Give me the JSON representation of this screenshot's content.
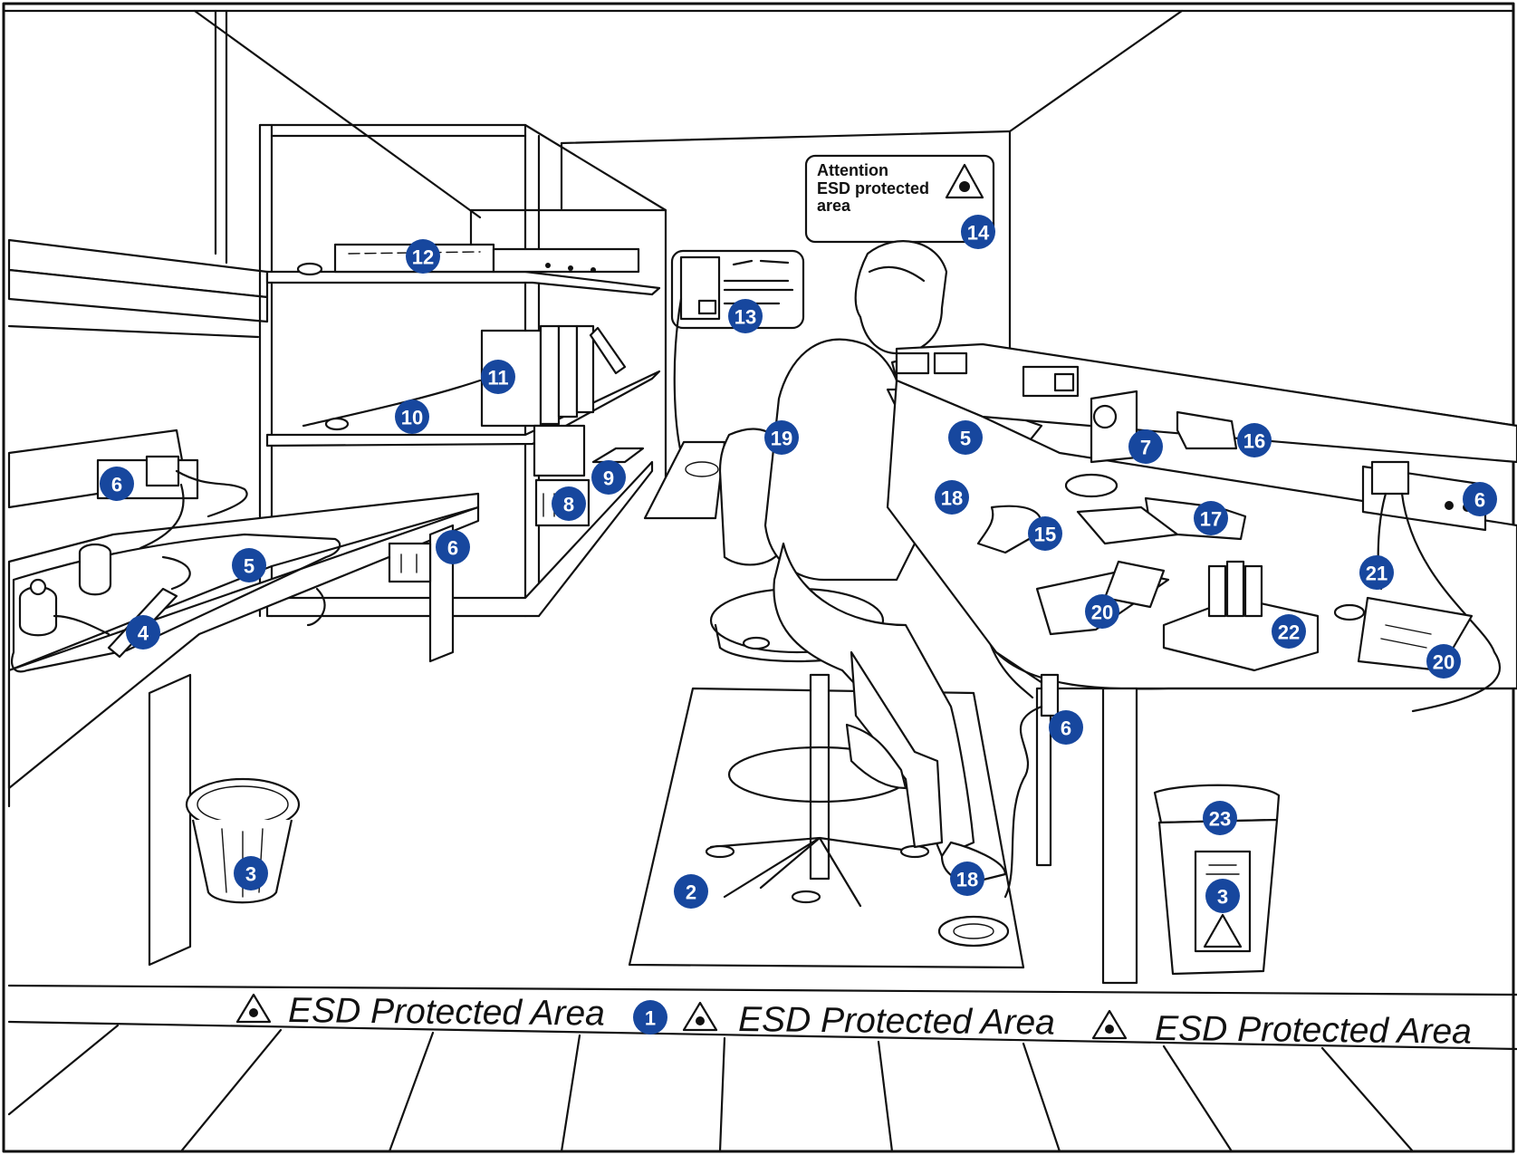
{
  "sign": {
    "lines": [
      "Attention",
      "ESD protected",
      "area"
    ]
  },
  "floor_tape": {
    "label": "ESD Protected Area"
  },
  "markers": [
    {
      "id": "m1",
      "label": "1"
    },
    {
      "id": "m2",
      "label": "2"
    },
    {
      "id": "m3a",
      "label": "3"
    },
    {
      "id": "m3b",
      "label": "3"
    },
    {
      "id": "m4",
      "label": "4"
    },
    {
      "id": "m5a",
      "label": "5"
    },
    {
      "id": "m5b",
      "label": "5"
    },
    {
      "id": "m6a",
      "label": "6"
    },
    {
      "id": "m6b",
      "label": "6"
    },
    {
      "id": "m6c",
      "label": "6"
    },
    {
      "id": "m6d",
      "label": "6"
    },
    {
      "id": "m7",
      "label": "7"
    },
    {
      "id": "m8",
      "label": "8"
    },
    {
      "id": "m9",
      "label": "9"
    },
    {
      "id": "m10",
      "label": "10"
    },
    {
      "id": "m11",
      "label": "11"
    },
    {
      "id": "m12",
      "label": "12"
    },
    {
      "id": "m13",
      "label": "13"
    },
    {
      "id": "m14",
      "label": "14"
    },
    {
      "id": "m15",
      "label": "15"
    },
    {
      "id": "m16",
      "label": "16"
    },
    {
      "id": "m17",
      "label": "17"
    },
    {
      "id": "m18a",
      "label": "18"
    },
    {
      "id": "m18b",
      "label": "18"
    },
    {
      "id": "m19",
      "label": "19"
    },
    {
      "id": "m20a",
      "label": "20"
    },
    {
      "id": "m20b",
      "label": "20"
    },
    {
      "id": "m21",
      "label": "21"
    },
    {
      "id": "m22",
      "label": "22"
    },
    {
      "id": "m23",
      "label": "23"
    }
  ],
  "colors": {
    "marker": "#17479e",
    "marker_text": "#ffffff",
    "ink": "#111111",
    "background": "#ffffff"
  }
}
